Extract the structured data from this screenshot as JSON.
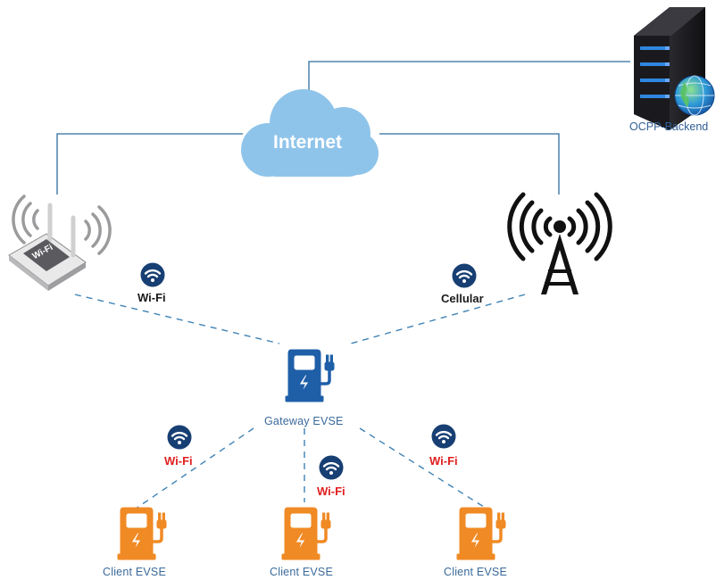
{
  "diagram": {
    "cloud_label": "Internet",
    "backend_label": "OCPP-Backend",
    "router_label": "Wi-Fi",
    "router_screen_text": "Wi-Fi",
    "cellular_label": "Cellular",
    "gateway_label": "Gateway  EVSE",
    "client_links": [
      "Wi-Fi",
      "Wi-Fi",
      "Wi-Fi"
    ],
    "clients": [
      "Client  EVSE",
      "Client  EVSE",
      "Client  EVSE"
    ]
  },
  "colors": {
    "line": "#2e6e9e",
    "cloud": "#8fc4ea",
    "gateway": "#1f5fa8",
    "client": "#f08a24",
    "wifi_badge": "#173f73",
    "link_red": "#e02020"
  },
  "icons": [
    "server-icon",
    "globe-icon",
    "cloud-icon",
    "router-icon",
    "cell-tower-icon",
    "wifi-icon",
    "charging-station-icon"
  ]
}
